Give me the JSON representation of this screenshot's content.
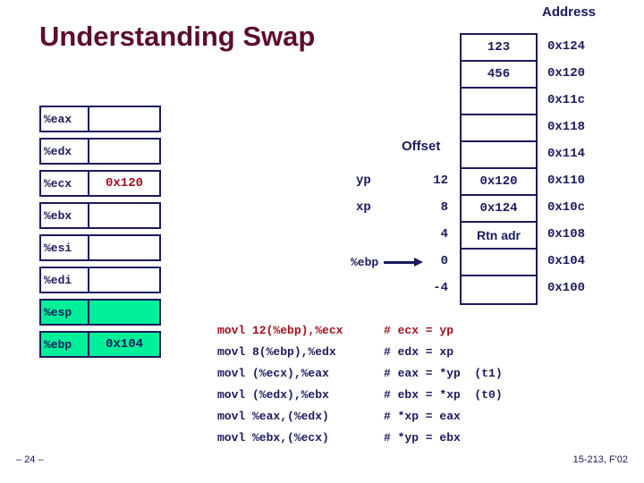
{
  "slide": {
    "title": "Understanding Swap"
  },
  "registers": {
    "rows": [
      {
        "name": "%eax",
        "value": "",
        "highlight": false
      },
      {
        "name": "%edx",
        "value": "",
        "highlight": false
      },
      {
        "name": "%ecx",
        "value": "0x120",
        "highlight": false
      },
      {
        "name": "%ebx",
        "value": "",
        "highlight": false
      },
      {
        "name": "%esi",
        "value": "",
        "highlight": false
      },
      {
        "name": "%edi",
        "value": "",
        "highlight": false
      },
      {
        "name": "%esp",
        "value": "",
        "highlight": true
      },
      {
        "name": "%ebp",
        "value": "0x104",
        "highlight": true
      }
    ]
  },
  "memory": {
    "address_header": "Address",
    "cells": [
      {
        "value": "123",
        "address": "0x124",
        "kind": "value"
      },
      {
        "value": "456",
        "address": "0x120",
        "kind": "value"
      },
      {
        "value": "",
        "address": "0x11c",
        "kind": "empty"
      },
      {
        "value": "",
        "address": "0x118",
        "kind": "empty"
      },
      {
        "value": "",
        "address": "0x114",
        "kind": "empty"
      },
      {
        "value": "0x120",
        "address": "0x110",
        "kind": "value"
      },
      {
        "value": "0x124",
        "address": "0x10c",
        "kind": "value"
      },
      {
        "value": "Rtn adr",
        "address": "0x108",
        "kind": "rtn"
      },
      {
        "value": "",
        "address": "0x104",
        "kind": "empty"
      },
      {
        "value": "",
        "address": "0x100",
        "kind": "empty"
      }
    ]
  },
  "stack_frame": {
    "offset_header": "Offset",
    "rows": [
      {
        "var": "yp",
        "offset": "12"
      },
      {
        "var": "xp",
        "offset": "8"
      },
      {
        "var": "",
        "offset": "4"
      },
      {
        "var": "",
        "offset": "0"
      },
      {
        "var": "",
        "offset": "-4"
      }
    ],
    "pointer_label": "%ebp"
  },
  "code": {
    "lines": [
      {
        "instruction": "movl 12(%ebp),%ecx",
        "comment": "# ecx = yp",
        "current": true
      },
      {
        "instruction": "movl 8(%ebp),%edx",
        "comment": "# edx = xp",
        "current": false
      },
      {
        "instruction": "movl (%ecx),%eax",
        "comment": "# eax = *yp  (t1)",
        "current": false
      },
      {
        "instruction": "movl (%edx),%ebx",
        "comment": "# ebx = *xp  (t0)",
        "current": false
      },
      {
        "instruction": "movl %eax,(%edx)",
        "comment": "# *xp = eax",
        "current": false
      },
      {
        "instruction": "movl %ebx,(%ecx)",
        "comment": "# *yp = ebx",
        "current": false
      }
    ]
  },
  "footer": {
    "page": "– 24 –",
    "course": "15-213, F'02"
  },
  "colors": {
    "title": "#5c0c33",
    "navy": "#1a1a5e",
    "red": "#9e1020",
    "highlight_green": "#00ef99",
    "background": "#ffffff"
  }
}
